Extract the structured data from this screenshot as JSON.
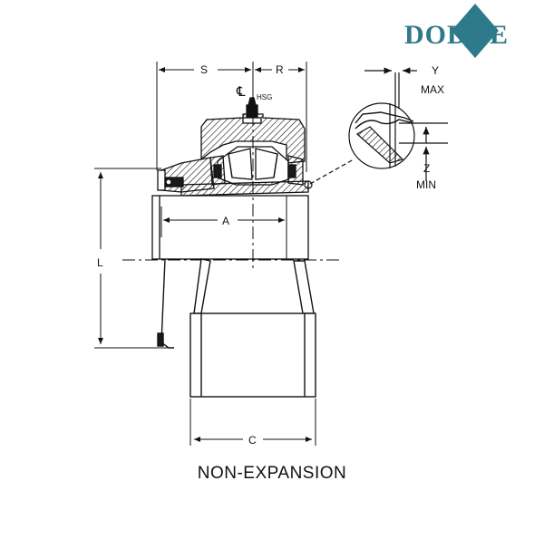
{
  "brand": {
    "logo_text": "DODGE",
    "color": "#2f7a8a"
  },
  "dimensions": {
    "s": "S",
    "r": "R",
    "a": "A",
    "l": "L",
    "c": "C",
    "y_letter": "Y",
    "y_qualifier": "MAX",
    "z_letter": "Z",
    "z_qualifier": "MIN"
  },
  "centerline": {
    "symbol": "℄",
    "subscript": "HSG"
  },
  "caption": "NON-EXPANSION",
  "colors": {
    "line": "#111111",
    "fill_dark": "#1a1a1a",
    "fill_light": "#ffffff"
  }
}
